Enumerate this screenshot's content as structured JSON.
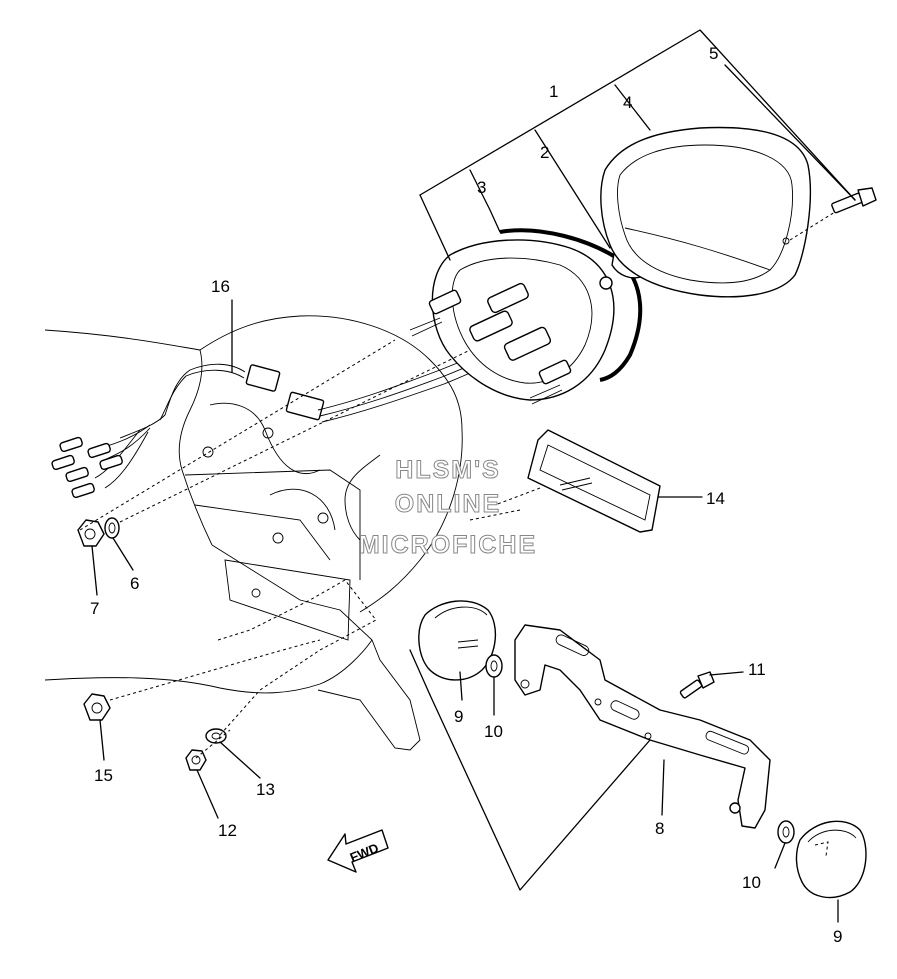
{
  "callouts": [
    {
      "id": "c1",
      "label": "1"
    },
    {
      "id": "c2",
      "label": "2"
    },
    {
      "id": "c3",
      "label": "3"
    },
    {
      "id": "c4",
      "label": "4"
    },
    {
      "id": "c5",
      "label": "5"
    },
    {
      "id": "c6",
      "label": "6"
    },
    {
      "id": "c7",
      "label": "7"
    },
    {
      "id": "c8",
      "label": "8"
    },
    {
      "id": "c9a",
      "label": "9"
    },
    {
      "id": "c9b",
      "label": "9"
    },
    {
      "id": "c10a",
      "label": "10"
    },
    {
      "id": "c10b",
      "label": "10"
    },
    {
      "id": "c11",
      "label": "11"
    },
    {
      "id": "c12",
      "label": "12"
    },
    {
      "id": "c13",
      "label": "13"
    },
    {
      "id": "c14",
      "label": "14"
    },
    {
      "id": "c15",
      "label": "15"
    },
    {
      "id": "c16",
      "label": "16"
    }
  ],
  "watermark": {
    "line1": "HLSM'S",
    "line2": "ONLINE",
    "line3": "MICROFICHE"
  },
  "fwd_arrow": {
    "label": "FWD"
  }
}
